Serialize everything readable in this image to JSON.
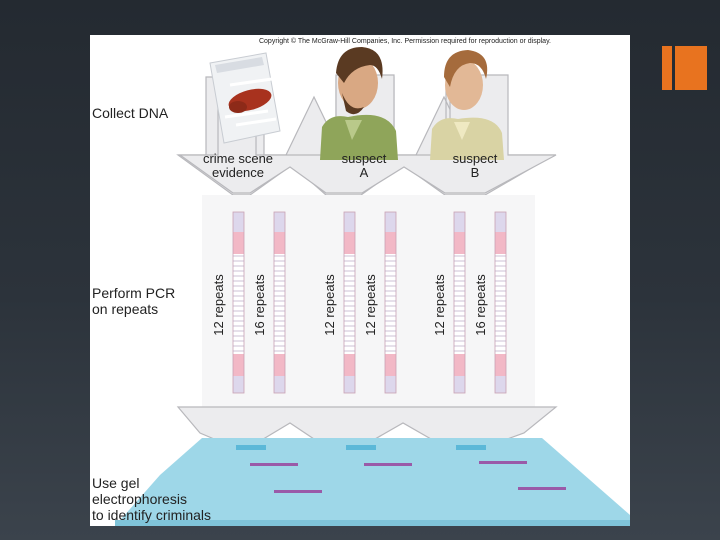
{
  "copyright": "Copyright © The McGraw-Hill Companies, Inc. Permission required for reproduction or display.",
  "steps": {
    "collect": "Collect DNA",
    "pcr_line1": "Perform PCR",
    "pcr_line2": "on repeats",
    "gel_line1": "Use gel",
    "gel_line2": "electrophoresis",
    "gel_line3": "to identify criminals"
  },
  "columns": [
    {
      "line1": "crime scene",
      "line2": "evidence",
      "repeats": [
        "12 repeats",
        "16 repeats"
      ]
    },
    {
      "line1": "suspect",
      "line2": "A",
      "repeats": [
        "12 repeats",
        "12 repeats"
      ]
    },
    {
      "line1": "suspect",
      "line2": "B",
      "repeats": [
        "12 repeats",
        "16 repeats"
      ]
    }
  ],
  "colors": {
    "accent": "#e8731f",
    "arrow_fill": "#ececee",
    "arrow_stroke": "#b8b8bc",
    "strand_pink": "#f2b8c6",
    "strand_light": "#ddd7ec",
    "gel": "#9ed7e8",
    "band": "#9a5aa8",
    "well": "#5bb8d8"
  }
}
